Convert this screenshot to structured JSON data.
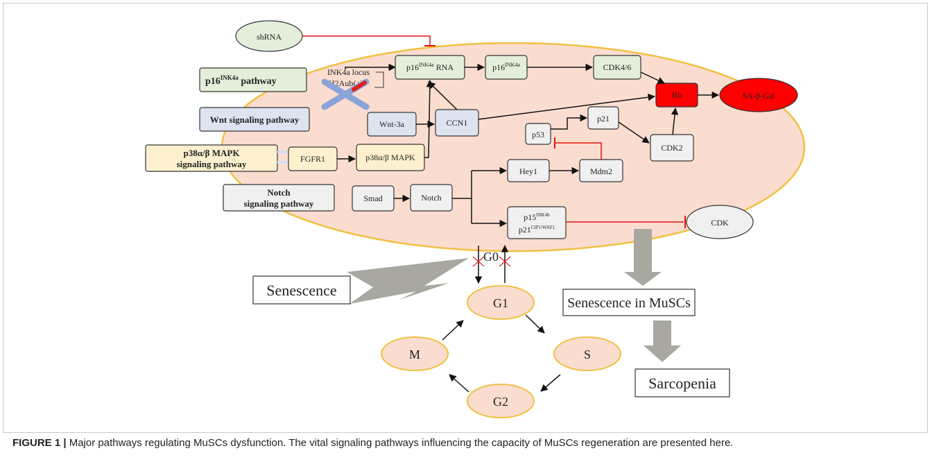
{
  "pathways": {
    "p16": "pathway",
    "p16_sup": "INK4a",
    "wnt": "Wnt signaling pathway",
    "p38_line1": "p38α/β MAPK",
    "p38_line2": "signaling pathway",
    "notch_line1": "Notch",
    "notch_line2": "signaling pathway"
  },
  "nodes": {
    "shrna": "shRNA",
    "p16rna_pre": "p16",
    "p16rna_sup": "INK4a",
    "p16rna_post": " RNA",
    "p16prot_pre": "p16",
    "p16prot_sup": "INK4a",
    "cdk46": "CDK4/6",
    "rb": "Rb",
    "sagal": "SA-β-Gal",
    "ink4a_locus": "INK4a locus",
    "h2aub": "H2Aub(↓)",
    "wnt3a": "Wnt-3a",
    "ccn1": "CCN1",
    "p21": "p21",
    "p53": "p53",
    "cdk2": "CDK2",
    "fgfr1": "FGFR1",
    "p38mapk": "p38α/β MAPK",
    "hey1": "Hey1",
    "mdm2": "Mdm2",
    "smad": "Smad",
    "notch": "Notch",
    "p15_pre": "p15",
    "p15_sup": "INK4b",
    "p21c_pre": "p21",
    "p21c_sup": "CIP1/WAF1",
    "cdk": "CDK"
  },
  "cycle": {
    "g0": "G0",
    "g1": "G1",
    "s": "S",
    "g2": "G2",
    "m": "M"
  },
  "outcomes": {
    "senescence": "Senescence",
    "senescence_muscs": "Senescence in MuSCs",
    "sarcopenia": "Sarcopenia"
  },
  "caption": {
    "label": "FIGURE 1 |",
    "text": " Major pathways regulating MuSCs dysfunction. The vital signaling pathways influencing the capacity of MuSCs regeneration are presented here."
  },
  "colors": {
    "cell_fill": "#fbddd0",
    "cell_stroke": "#f0c040",
    "green_box": "#e3efda",
    "blue_box": "#dde4f0",
    "yellow_box": "#fdf0cf",
    "grey_box": "#f0f0f0",
    "red": "#ff0000",
    "inhibit": "#e01010"
  }
}
